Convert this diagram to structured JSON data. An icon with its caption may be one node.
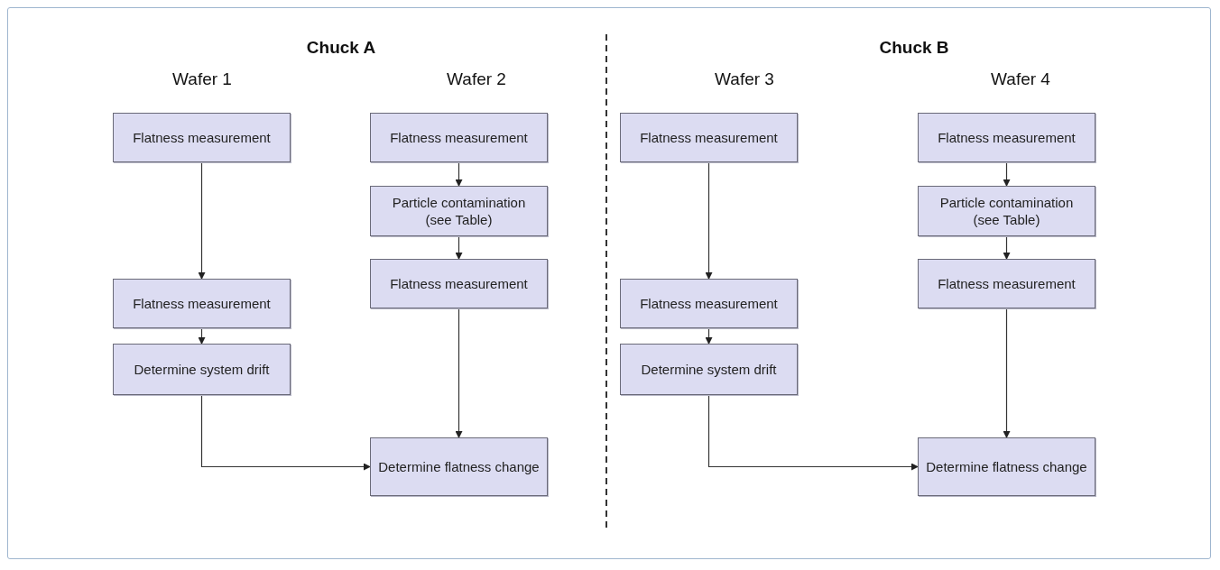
{
  "diagram": {
    "nodes": [
      {
        "text": [
          "Flatness measurement"
        ]
      },
      {
        "text": [
          "Flatness measurement"
        ]
      },
      {
        "text": [
          "Determine system drift"
        ]
      },
      {
        "text": [
          "Flatness measurement"
        ]
      },
      {
        "text": [
          "Particle contamination (see Table)"
        ]
      },
      {
        "text": [
          "Flatness measurement"
        ]
      },
      {
        "text": [
          "Determine flatness change"
        ]
      },
      {
        "text": [
          "Flatness measurement"
        ]
      },
      {
        "text": [
          "Flatness measurement"
        ]
      },
      {
        "text": [
          "Determine system drift"
        ]
      },
      {
        "text": [
          "Flatness measurement"
        ]
      },
      {
        "text": [
          "Particle contamination (see Table)"
        ]
      },
      {
        "text": [
          "Flatness measurement"
        ]
      },
      {
        "text": [
          "Determine flatness change"
        ]
      }
    ],
    "edges": [
      {
        "from": 0,
        "to": 1,
        "arrow": "to"
      },
      {
        "from": 1,
        "to": 2,
        "arrow": "to"
      },
      {
        "from": 2,
        "to": 6,
        "arrow": "to"
      },
      {
        "from": 3,
        "to": 4,
        "arrow": "to"
      },
      {
        "from": 4,
        "to": 5,
        "arrow": "to"
      },
      {
        "from": 5,
        "to": 6,
        "arrow": "to"
      },
      {
        "from": 7,
        "to": 8,
        "arrow": "to"
      },
      {
        "from": 8,
        "to": 9,
        "arrow": "to"
      },
      {
        "from": 9,
        "to": 13,
        "arrow": "to"
      },
      {
        "from": 10,
        "to": 11,
        "arrow": "to"
      },
      {
        "from": 11,
        "to": 12,
        "arrow": "to"
      },
      {
        "from": 12,
        "to": 13,
        "arrow": "to"
      }
    ],
    "labels": [
      "Chuck A",
      "Chuck B",
      "Wafer 1",
      "Wafer 2",
      "Wafer 3",
      "Wafer 4"
    ]
  }
}
